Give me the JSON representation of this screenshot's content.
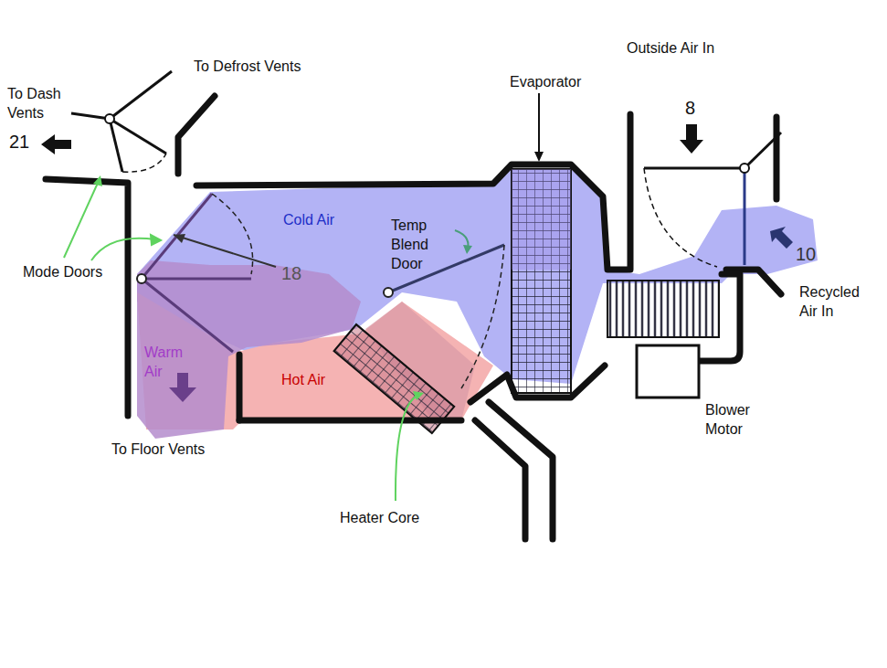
{
  "diagram": {
    "labels": [
      "To Dash Vents",
      "21",
      "To Defrost Vents",
      "Evaporator",
      "Outside Air In",
      "8",
      "Cold Air",
      "Temp Blend Door",
      "Mode Doors",
      "18",
      "10",
      "Recycled Air In",
      "Warm Air",
      "Hot Air",
      "To Floor Vents",
      "Heater Core",
      "Blower Motor"
    ]
  }
}
